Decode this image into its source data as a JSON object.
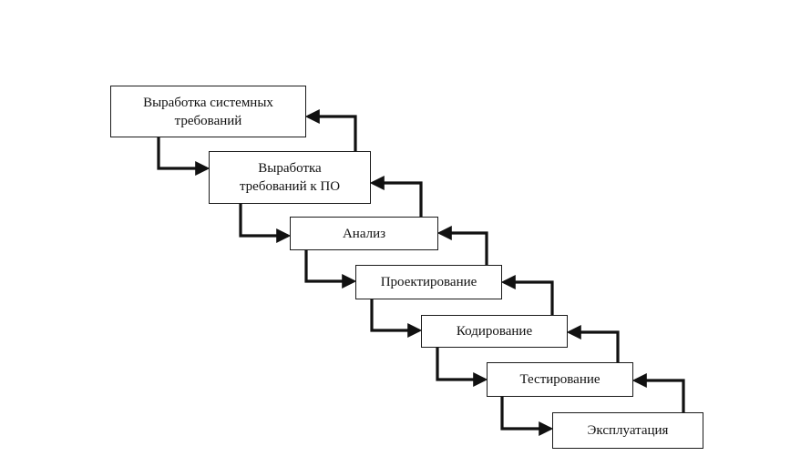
{
  "diagram": {
    "type": "waterfall-lifecycle",
    "stages": [
      {
        "id": "b0",
        "label": "Выработка системных\nтребований"
      },
      {
        "id": "b1",
        "label": "Выработка\nтребований к ПО"
      },
      {
        "id": "b2",
        "label": "Анализ"
      },
      {
        "id": "b3",
        "label": "Проектирование"
      },
      {
        "id": "b4",
        "label": "Кодирование"
      },
      {
        "id": "b5",
        "label": "Тестирование"
      },
      {
        "id": "b6",
        "label": "Эксплуатация"
      }
    ],
    "connections": [
      {
        "from": "b0",
        "to": "b1",
        "kind": "forward"
      },
      {
        "from": "b1",
        "to": "b2",
        "kind": "forward"
      },
      {
        "from": "b2",
        "to": "b3",
        "kind": "forward"
      },
      {
        "from": "b3",
        "to": "b4",
        "kind": "forward"
      },
      {
        "from": "b4",
        "to": "b5",
        "kind": "forward"
      },
      {
        "from": "b5",
        "to": "b6",
        "kind": "forward"
      },
      {
        "from": "b1",
        "to": "b0",
        "kind": "feedback"
      },
      {
        "from": "b2",
        "to": "b1",
        "kind": "feedback"
      },
      {
        "from": "b3",
        "to": "b2",
        "kind": "feedback"
      },
      {
        "from": "b4",
        "to": "b3",
        "kind": "feedback"
      },
      {
        "from": "b5",
        "to": "b4",
        "kind": "feedback"
      },
      {
        "from": "b6",
        "to": "b5",
        "kind": "feedback"
      }
    ],
    "colors": {
      "stroke": "#111111",
      "box_border": "#1a1a1a",
      "text": "#111111",
      "background": "#ffffff"
    }
  }
}
